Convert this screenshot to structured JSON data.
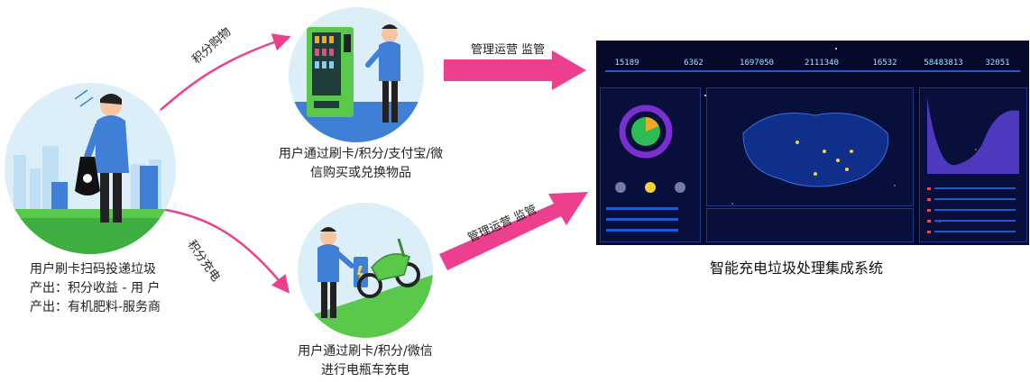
{
  "left_node": {
    "caption_lines": [
      "用户刷卡扫码投递垃圾",
      "产出：积分收益 - 用 户",
      "产出：有机肥料-服务商"
    ]
  },
  "top_node": {
    "caption_lines": [
      "用户通过刷卡/积分/支付宝/微",
      "信购买或兑换物品"
    ]
  },
  "bottom_node": {
    "caption_lines": [
      "用户通过刷卡/积分/微信",
      "进行电瓶车充电"
    ]
  },
  "edges": {
    "to_top": "积分购物",
    "to_bottom": "积分充电",
    "top_to_system": "管理运营 监管",
    "bottom_to_system": "管理运营 监管"
  },
  "system": {
    "title": "智能充电垃圾处理集成系统",
    "stats": [
      "15189",
      "6362",
      "1697050",
      "2111340",
      "16532",
      "58483813",
      "32051"
    ]
  },
  "colors": {
    "arrow_pink": "#ec3f8e",
    "dashboard_bg": "#06082c",
    "person_shirt": "#3f80d6",
    "machine_green": "#5ac84a"
  }
}
